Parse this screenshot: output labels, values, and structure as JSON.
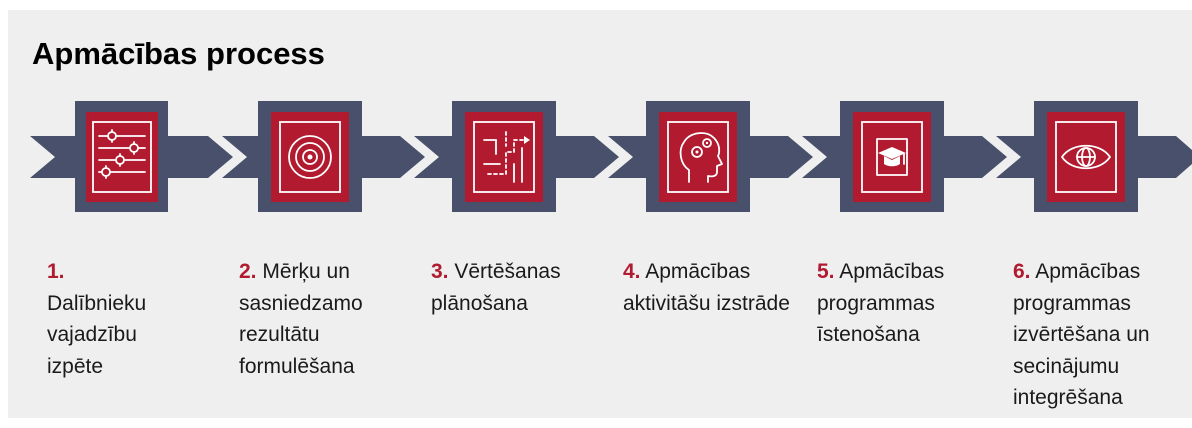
{
  "title": "Apmācības process",
  "colors": {
    "panel": "#efefef",
    "chevron": "#48506b",
    "accent": "#b11a2f",
    "text": "#1a1a1a"
  },
  "steps": [
    {
      "number": "1.",
      "label": "Dalībnieku vajadzību izpēte",
      "icon": "sliders-icon"
    },
    {
      "number": "2.",
      "label": "Mērķu un sasniedzamo rezultātu formulēšana",
      "icon": "target-icon"
    },
    {
      "number": "3.",
      "label": "Vērtēšanas plānošana",
      "icon": "route-plan-icon"
    },
    {
      "number": "4.",
      "label": "Apmācības aktivitāšu izstrāde",
      "icon": "head-gears-icon"
    },
    {
      "number": "5.",
      "label": "Apmācības programmas īstenošana",
      "icon": "graduation-cap-icon"
    },
    {
      "number": "6.",
      "label": "Apmācības programmas izvērtēšana un secinājumu integrēšana",
      "icon": "eye-globe-icon"
    }
  ]
}
